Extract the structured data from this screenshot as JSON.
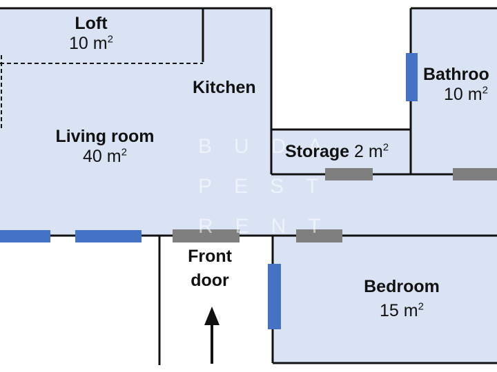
{
  "rooms": {
    "loft": {
      "name": "Loft",
      "area": "10 m",
      "sup": "2"
    },
    "kitchen": {
      "name": "Kitchen"
    },
    "living": {
      "name": "Living room",
      "area": "40 m",
      "sup": "2"
    },
    "bathroom": {
      "name": "Bathroo",
      "area": "10 m",
      "sup": "2"
    },
    "storage": {
      "name": "Storage",
      "area": "2 m",
      "sup": "2"
    },
    "front_door": {
      "line1": "Front",
      "line2": "door"
    },
    "bedroom": {
      "name": "Bedroom",
      "area": "15 m",
      "sup": "2"
    }
  },
  "watermark": {
    "line1": "BUDA",
    "line2": "PEST",
    "line3": "RENT"
  },
  "colors": {
    "floor": "#d9e3f3",
    "wall": "#111111",
    "window": "#4472c4",
    "door": "#7f7f7f",
    "background": "#ffffff"
  },
  "icons": {
    "entry_arrow": "arrow-up-icon"
  }
}
